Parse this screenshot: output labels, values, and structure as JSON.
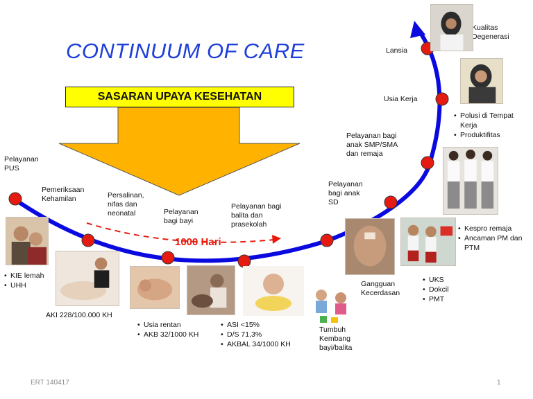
{
  "slide": {
    "title": "CONTINUUM OF CARE",
    "banner": "SASARAN UPAYA KESEHATAN",
    "window_label": "1000 Hari",
    "footer_left": "ERT 140417",
    "footer_right": "1"
  },
  "stages": {
    "pus": "Pelayanan\nPUS",
    "kehamilan": "Pemeriksaan\nKehamilan",
    "persalinan": "Persalinan,\nnifas dan\nneonatal",
    "bayi": "Pelayanan\nbagi bayi",
    "balita": "Pelayanan bagi\nbalita dan\nprasekolah",
    "sd": "Pelayanan\nbagi  anak\nSD",
    "smp": "Pelayanan bagi\nanak SMP/SMA\ndan remaja",
    "usia_kerja": "Usia Kerja",
    "lansia": "Lansia",
    "kualitas": "Kualitas\nDegenerasi"
  },
  "notes": {
    "pus": [
      "KIE lemah",
      "UHH"
    ],
    "aki": "AKI 228/100.000 KH",
    "bayi": [
      "Usia rentan",
      "AKB 32/1000 KH"
    ],
    "balita": [
      "ASI <15%",
      "D/S 71,3%",
      "AKBAL 34/1000 KH"
    ],
    "tumbuh": "Tumbuh\nKembang\nbayi/balita",
    "gangguan": "Gangguan\nKecerdasan",
    "sd": [
      "UKS",
      "Dokcil",
      "PMT"
    ],
    "remaja": [
      "Kespro remaja",
      "Ancaman PM dan PTM"
    ],
    "kerja": [
      "Polusi di Tempat Kerja",
      "Produktifitas"
    ]
  },
  "colors": {
    "curve": "#0a0ae0",
    "marker": "#e51b12",
    "arrow_fill": "#ffb300",
    "banner": "#ffff00",
    "title": "#1f3fd8",
    "dashed": "#e8190c"
  },
  "icons": {
    "timeline": "curved-arrow-icon",
    "banner_arrow": "down-arrow-icon",
    "window": "dashed-arrow-icon"
  }
}
